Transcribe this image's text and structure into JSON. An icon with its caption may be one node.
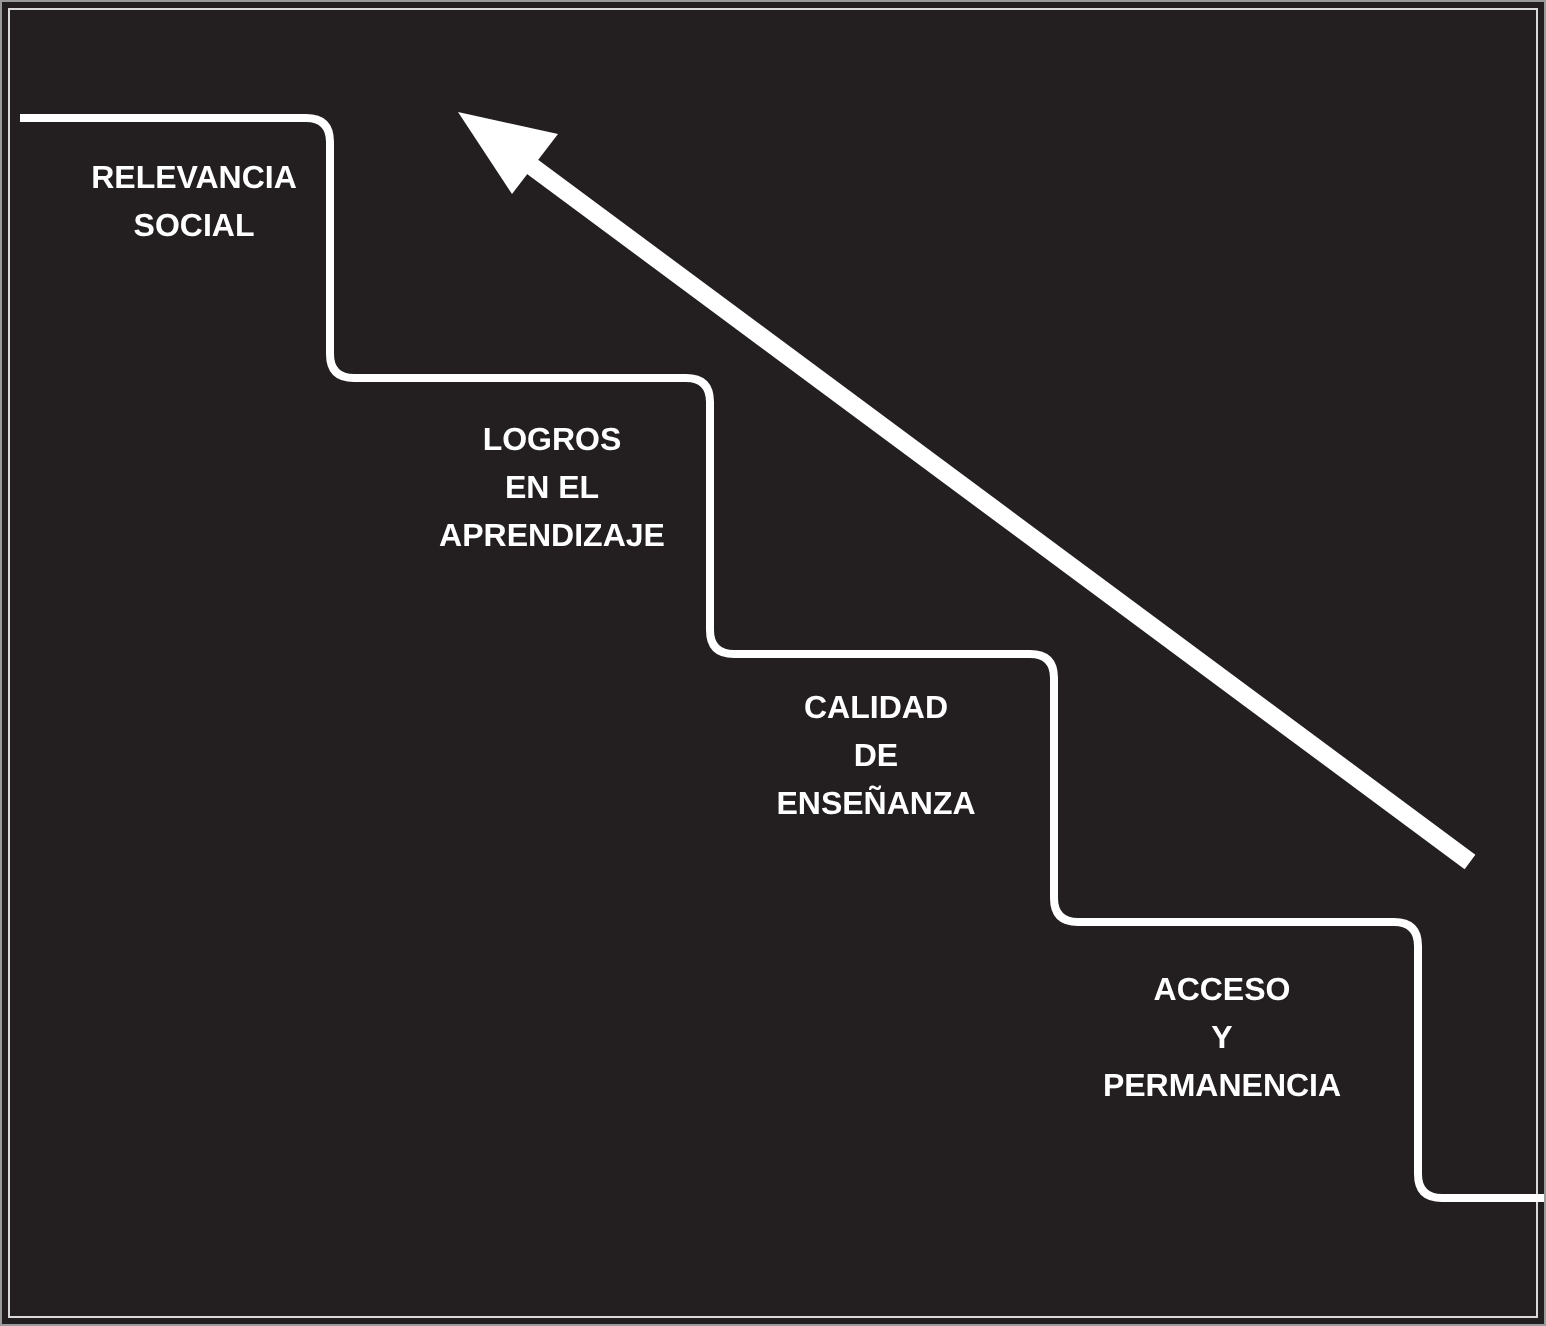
{
  "diagram": {
    "labels": [
      "RELEVANCIA SOCIAL",
      "LOGROS EN EL APRENDIZAJE",
      "CALIDAD DE ENSEÑANZA",
      "ACCESO Y PERMANENCIA"
    ]
  }
}
